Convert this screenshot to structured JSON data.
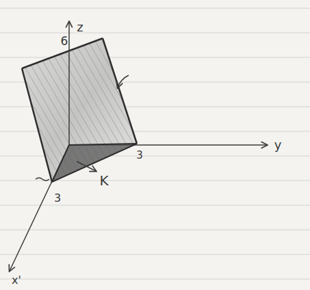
{
  "diagram": {
    "labels": [
      "z",
      "y",
      "x'",
      "6",
      "3",
      "3",
      "K"
    ]
  }
}
